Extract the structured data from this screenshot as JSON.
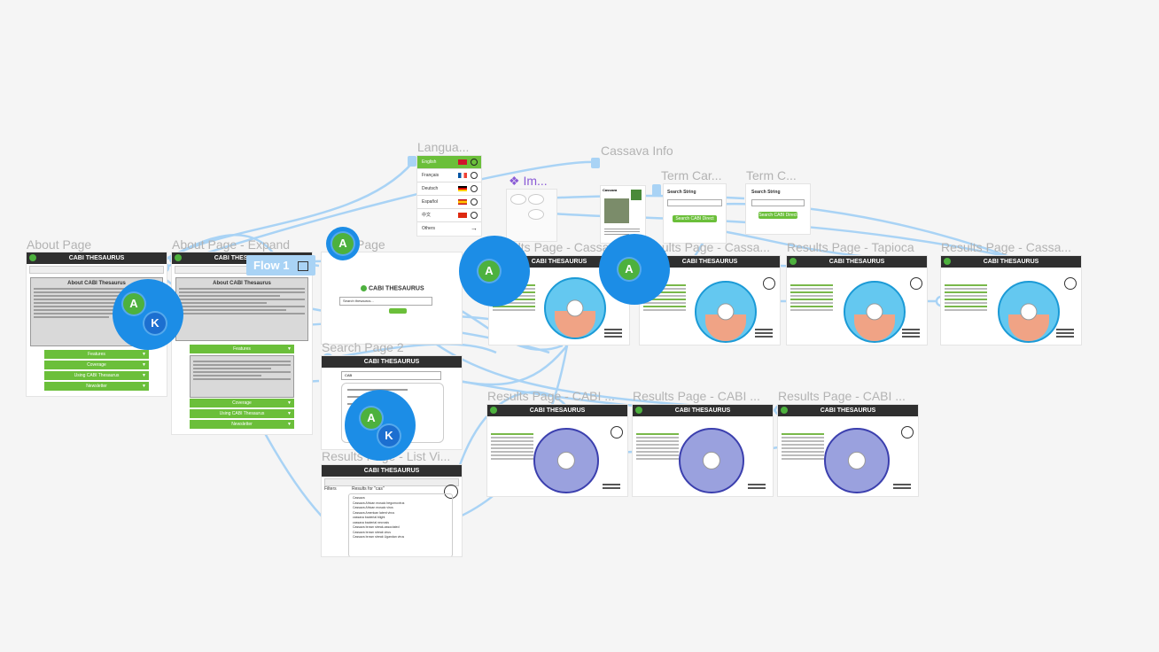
{
  "frames": {
    "about": {
      "label": "About Page",
      "bar": "CABI THESAURUS",
      "box_title": "About CABI Thesaurus",
      "acc": [
        "Features",
        "Coverage",
        "Using CABI Thesaurus",
        "Newsletter"
      ]
    },
    "about_exp": {
      "label": "About Page - Expand",
      "bar": "CABI THESAURUS",
      "box_title": "About CABI Thesaurus",
      "acc_top": "Features",
      "acc": [
        "Coverage",
        "Using CABI Thesaurus",
        "Newsletter"
      ]
    },
    "search1": {
      "label": "Page",
      "brand": "CABI THESAURUS",
      "placeholder": "Search thesaurus..."
    },
    "language": {
      "label": "Langua...",
      "rows": [
        "English",
        "Français",
        "Deutsch",
        "Español",
        "中文",
        "Others"
      ]
    },
    "cassava": {
      "label": "Cassava Info",
      "title": "Cassava"
    },
    "im": {
      "label": "Im..."
    },
    "termcard1": {
      "label": "Term Car...",
      "title": "Search String",
      "btn": "Search CABI Direct"
    },
    "termcard2": {
      "label": "Term C...",
      "title": "Search String",
      "btn": "Search CABI Direct"
    },
    "results_c": {
      "label": "Results Page - Cassava",
      "bar": "CABI THESAURUS"
    },
    "results_cassa": {
      "label": "Results Page - Cassa...",
      "bar": "CABI THESAURUS"
    },
    "results_tap": {
      "label": "Results Page - Tapioca",
      "bar": "CABI THESAURUS"
    },
    "results_cassa2": {
      "label": "Results Page - Cassa...",
      "bar": "CABI THESAURUS"
    },
    "search2": {
      "label": "Search Page 2",
      "bar": "CABI THESAURUS",
      "value": "CAB"
    },
    "results_list": {
      "label": "Results Page - List Vi...",
      "bar": "CABI THESAURUS",
      "filters": "Filters",
      "results_for": "Results for \"cas\"",
      "items": [
        "Cassava",
        "Cassava African mosaic begomovirus",
        "Cassava African mosaic virus",
        "Cassava American latent virus",
        "cassava bacterial blight",
        "cassava bacterial necrosis",
        "Cassava brown streak-associated",
        "Cassava brown streak virus",
        "Cassava brown streak Ugandan virus"
      ]
    },
    "cabi1": {
      "label": "Results Page - CABI ...",
      "bar": "CABI THESAURUS"
    },
    "cabi2": {
      "label": "Results Page - CABI ...",
      "bar": "CABI THESAURUS"
    },
    "cabi3": {
      "label": "Results Page - CABI ...",
      "bar": "CABI THESAURUS"
    }
  },
  "flow": {
    "label": "Flow 1"
  },
  "collaborators": {
    "a": "A",
    "k": "K"
  },
  "colors": {
    "wire": "#a9d3f5",
    "avatar": "#1c8de6",
    "green": "#4db13e",
    "k": "#1c6fd0"
  }
}
